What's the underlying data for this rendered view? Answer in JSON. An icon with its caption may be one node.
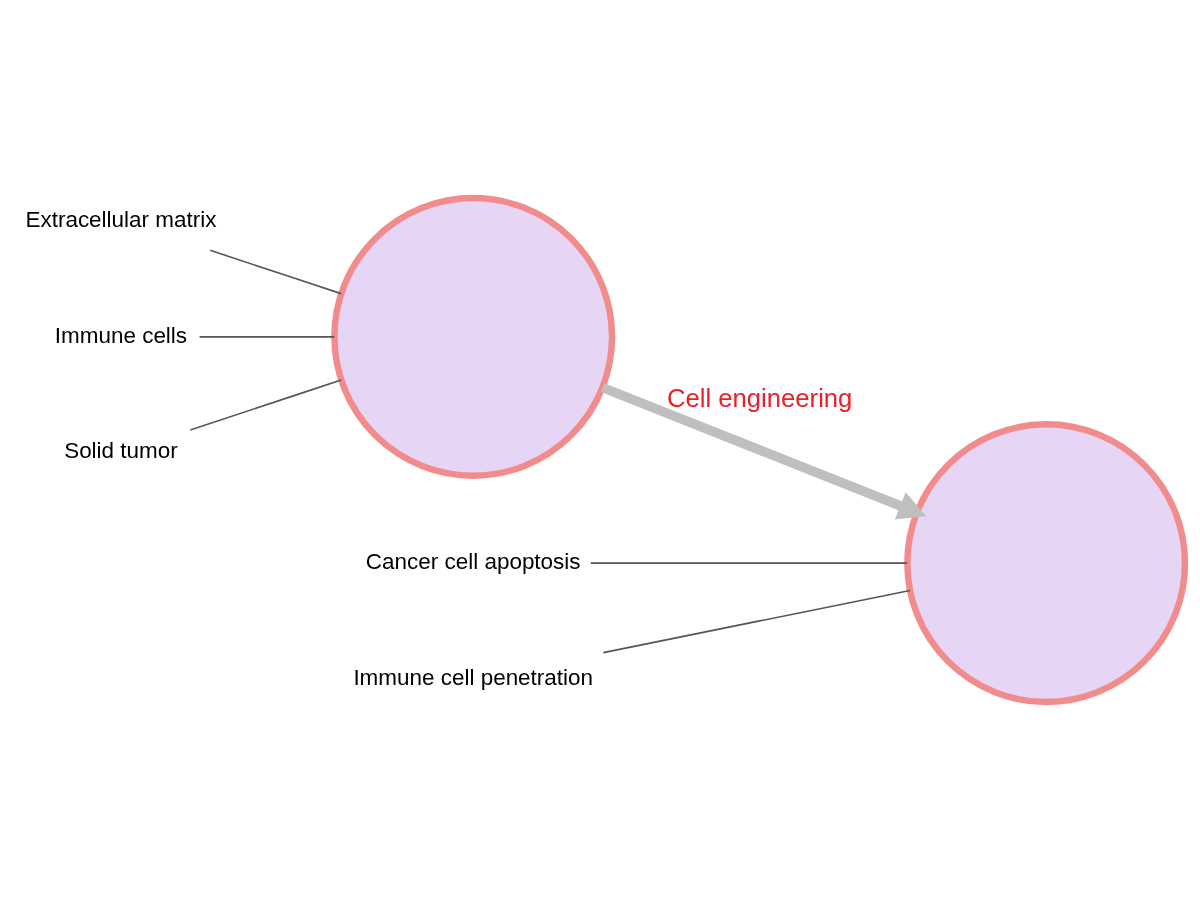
{
  "diagram": {
    "nodes": [
      {
        "text": [
          "Extracellular matrix"
        ]
      },
      {
        "text": [
          "Immune cells"
        ]
      },
      {
        "text": [
          "Solid tumor"
        ]
      },
      {
        "text": [
          "Cancer cell apoptosis"
        ]
      },
      {
        "text": [
          "Immune cell penetration"
        ]
      },
      {
        "text": [],
        "shape": "circle"
      },
      {
        "text": [],
        "shape": "circle"
      }
    ],
    "edges": [
      {
        "from": 0,
        "to": 5,
        "arrow": "none"
      },
      {
        "from": 1,
        "to": 5,
        "arrow": "none"
      },
      {
        "from": 2,
        "to": 5,
        "arrow": "none"
      },
      {
        "from": 3,
        "to": 6,
        "arrow": "none"
      },
      {
        "from": 4,
        "to": 6,
        "arrow": "none"
      },
      {
        "from": 5,
        "to": 6,
        "arrow": "to",
        "label": "Cell engineering",
        "style": "thick",
        "color": "#bfbfbf"
      }
    ]
  }
}
